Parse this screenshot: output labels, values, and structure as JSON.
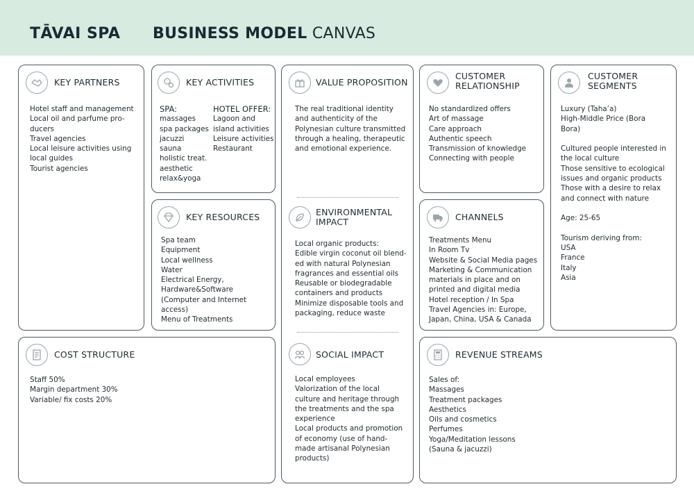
{
  "header": {
    "brand": "TĀVAI SPA",
    "title_bold": "BUSINESS MODEL",
    "title_rest": " CANVAS"
  },
  "colors": {
    "header_bg": "#d7ebe0",
    "border": "#4a5960",
    "icon_stroke": "#9aa6aa"
  },
  "key_partners": {
    "title": "KEY PARTNERS",
    "icon": "handshake-icon",
    "lines": [
      "Hotel staff and management",
      "Local oil and parfume pro-",
      "ducers",
      "Travel agencies",
      "Local leisure activities using",
      "local guides",
      "Tourist agencies"
    ]
  },
  "key_activities": {
    "title": "KEY ACTIVITIES",
    "icon": "gears-icon",
    "spa_heading": "SPA:",
    "spa_items": [
      "massages",
      "spa packages",
      "jacuzzi",
      "sauna",
      "holistic treat.",
      "aesthetic",
      "relax&yoga"
    ],
    "hotel_heading": "HOTEL OFFER:",
    "hotel_items": [
      "Lagoon and",
      "island activities",
      "Leisure activities",
      "Restaurant"
    ]
  },
  "key_resources": {
    "title": "KEY RESOURCES",
    "icon": "diamond-icon",
    "lines": [
      "Spa team",
      "Equipment",
      "Local wellness",
      "Water",
      "Electrical Energy,",
      "Hardware&Software",
      "(Computer and Internet",
      "access)",
      "Menu of Treatments"
    ]
  },
  "value_proposition": {
    "title": "VALUE PROPOSITION",
    "icon": "gift-icon",
    "lines": [
      "The real traditional identity",
      "and authenticity of the",
      "Polynesian culture transmitted",
      "through a healing, therapeutic",
      "and emotional experience."
    ]
  },
  "environmental_impact": {
    "title_line1": "ENVIRONMENTAL",
    "title_line2": "IMPACT",
    "icon": "leaf-icon",
    "lines": [
      "Local organic products:",
      "Edible virgin coconut oil blend-",
      "ed with natural Polynesian",
      "fragrances and essential oils",
      "Reusable or biodegradable",
      "containers and products",
      "Minimize disposable tools and",
      "packaging, reduce waste"
    ]
  },
  "social_impact": {
    "title": "SOCIAL IMPACT",
    "icon": "people-icon",
    "lines": [
      "Local employees",
      "Valorization of the local",
      "culture and heritage through",
      "the treatments and the spa",
      "experience",
      "Local products and promotion",
      "of economy (use of hand-",
      "made artisanal Polynesian",
      "products)"
    ]
  },
  "customer_relationship": {
    "title_line1": "CUSTOMER",
    "title_line2": "RELATIONSHIP",
    "icon": "heart-icon",
    "lines": [
      "No standardized offers",
      "Art of massage",
      "Care approach",
      "Authentic speech",
      "Transmission of knowledge",
      "Connecting with people"
    ]
  },
  "channels": {
    "title": "CHANNELS",
    "icon": "truck-icon",
    "lines": [
      "Treatments Menu",
      "In Room Tv",
      "Website & Social Media pages",
      "Marketing & Communication",
      "materials in place and on",
      "printed and digital media",
      "Hotel reception / In Spa",
      "Travel Agencies in: Europe,",
      "Japan, China, USA & Canada"
    ]
  },
  "customer_segments": {
    "title_line1": "CUSTOMER",
    "title_line2": "SEGMENTS",
    "icon": "person-icon",
    "lines": [
      "Luxury (Taha’a)",
      "High-Middle Price (Bora",
      "Bora)",
      "",
      "Cultured people interested in",
      "the local culture",
      "Those sensitive to ecological",
      "issues and organic products",
      "Those with a desire to relax",
      "and connect with nature",
      "",
      "Age: 25-65",
      "",
      "Tourism deriving from:",
      "USA",
      "France",
      "Italy",
      "Asia"
    ]
  },
  "cost_structure": {
    "title": "COST STRUCTURE",
    "icon": "document-icon",
    "lines": [
      "Staff 50%",
      "Margin department 30%",
      "Variable/ fix costs 20%"
    ]
  },
  "revenue_streams": {
    "title": "REVENUE STREAMS",
    "icon": "calculator-icon",
    "lines": [
      "Sales of:",
      "Massages",
      "Treatment packages",
      "Aesthetics",
      "Oils and cosmetics",
      "Perfumes",
      "Yoga/Meditation lessons",
      "(Sauna & jacuzzi)"
    ]
  }
}
